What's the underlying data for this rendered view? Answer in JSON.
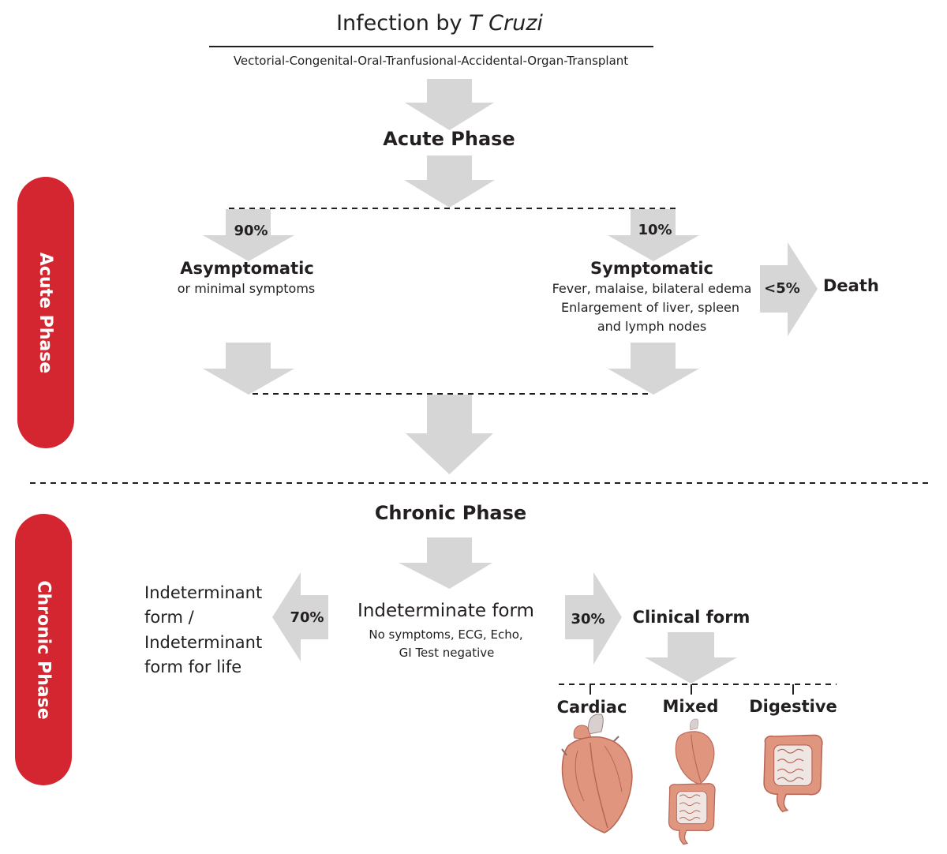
{
  "title": {
    "prefix": "Infection by ",
    "italic": "T Cruzi"
  },
  "routes": "Vectorial-Congenital-Oral-Tranfusional-Accidental-Organ-Transplant",
  "acute_phase_heading": "Acute Phase",
  "side_labels": {
    "acute": "Acute Phase",
    "chronic": "Chronic Phase"
  },
  "asymptomatic": {
    "percent": "90%",
    "title": "Asymptomatic",
    "subtitle": "or minimal symptoms"
  },
  "symptomatic": {
    "percent": "10%",
    "title": "Symptomatic",
    "lines": [
      "Fever, malaise, bilateral edema",
      "Enlargement of liver, spleen",
      "and lymph nodes"
    ]
  },
  "death": {
    "percent": "<5%",
    "label": "Death"
  },
  "chronic_phase_heading": "Chronic Phase",
  "indeterminate": {
    "title": "Indeterminate form",
    "lines": [
      "No symptoms, ECG, Echo,",
      "GI Test negative"
    ]
  },
  "indeterminant_for_life": {
    "percent": "70%",
    "lines": [
      "Indeterminant",
      "form /",
      "Indeterminant",
      "form for life"
    ]
  },
  "clinical": {
    "percent": "30%",
    "title": "Clinical form",
    "forms": [
      "Cardiac",
      "Mixed",
      "Digestive"
    ]
  },
  "colors": {
    "arrow": "#d6d6d6",
    "pill": "#d42630",
    "text": "#231f20",
    "organ": "#e0957f",
    "organ_dark": "#b86655",
    "intestine_inner": "#efe6e4"
  },
  "icons": [
    "heart-illustration",
    "intestine-illustration"
  ]
}
